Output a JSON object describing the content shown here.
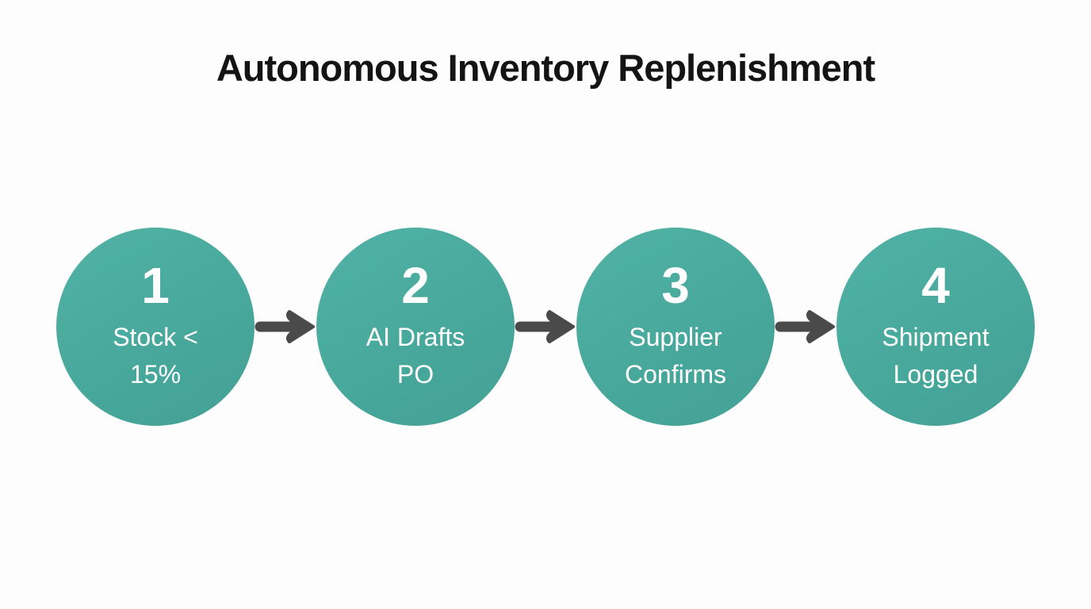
{
  "title": "Autonomous Inventory Replenishment",
  "colors": {
    "background": "#fdfdfd",
    "title_text": "#141414",
    "circle_fill": "#48a89c",
    "circle_fill_light": "#50b2a5",
    "circle_text": "#ffffff",
    "arrow": "#4a4a4a"
  },
  "steps": [
    {
      "number": "1",
      "label": "Stock <\n15%"
    },
    {
      "number": "2",
      "label": "AI Drafts\nPO"
    },
    {
      "number": "3",
      "label": "Supplier\nConfirms"
    },
    {
      "number": "4",
      "label": "Shipment\nLogged"
    }
  ]
}
